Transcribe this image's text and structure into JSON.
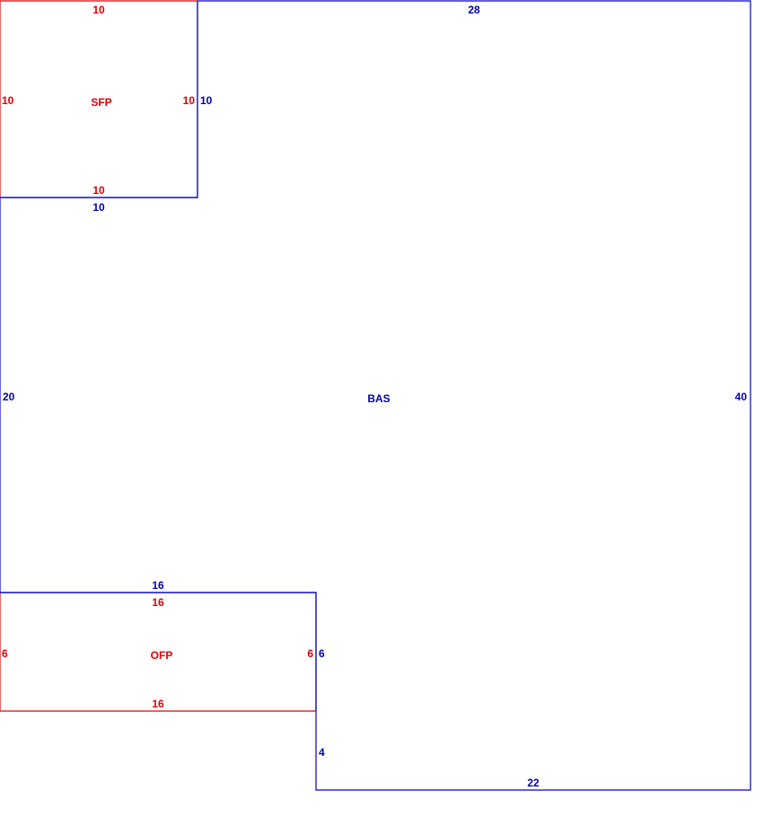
{
  "areas": {
    "bas": {
      "label": "BAS",
      "color": "#0000cc",
      "dimensions": {
        "top": "28",
        "right": "40",
        "bottom": "22",
        "step_vertical": "4",
        "step_horizontal": "6",
        "ofp_top_outer": "16",
        "left": "20",
        "sfp_bottom_outer": "10",
        "sfp_right_outer": "10"
      }
    },
    "sfp": {
      "label": "SFP",
      "color": "#dd0000",
      "dimensions": {
        "top": "10",
        "left": "10",
        "right": "10",
        "bottom": "10"
      }
    },
    "ofp": {
      "label": "OFP",
      "color": "#dd0000",
      "dimensions": {
        "top": "16",
        "left": "6",
        "right": "6",
        "bottom": "16"
      }
    }
  }
}
